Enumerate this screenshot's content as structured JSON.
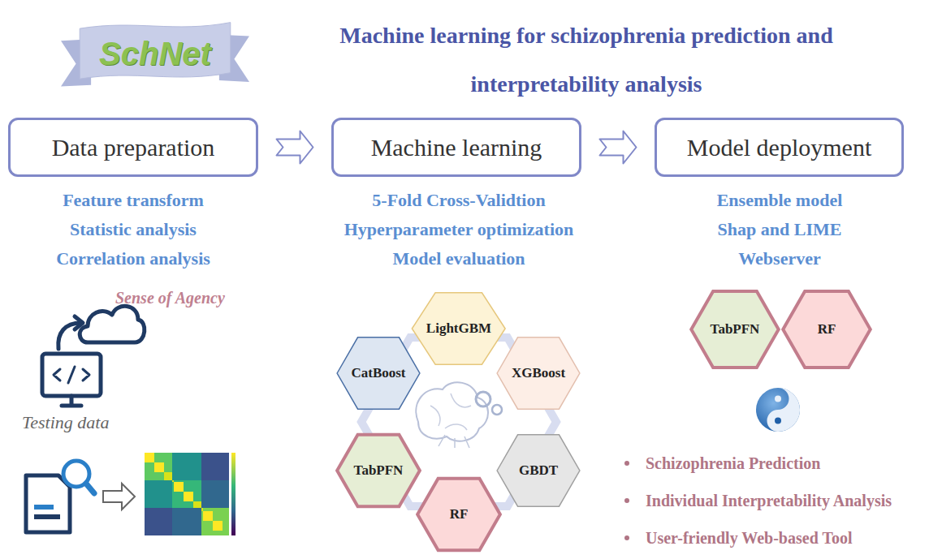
{
  "diagram": {
    "title": "Machine learning for schizophrenia prediction and interpretability analysis",
    "nodes": [
      {
        "text": [
          "SchNet"
        ]
      },
      {
        "text": [
          "Data preparation"
        ]
      },
      {
        "text": [
          "Machine learning"
        ]
      },
      {
        "text": [
          "Model deployment"
        ]
      },
      {
        "text": [
          "LightGBM"
        ]
      },
      {
        "text": [
          "CatBoost"
        ]
      },
      {
        "text": [
          "XGBoost"
        ]
      },
      {
        "text": [
          "TabPFN"
        ]
      },
      {
        "text": [
          "GBDT"
        ]
      },
      {
        "text": [
          "RF"
        ]
      },
      {
        "text": [
          "TabPFN"
        ]
      },
      {
        "text": [
          "RF"
        ]
      }
    ],
    "edges": [
      {
        "from": 1,
        "to": 2,
        "arrow": "to"
      },
      {
        "from": 2,
        "to": 3,
        "arrow": "to"
      }
    ],
    "labels": [
      "Feature transform",
      "Statistic analysis",
      "Correlation analysis",
      "5-Fold Cross-Validtion",
      "Hyperparameter optimization",
      "Model evaluation",
      "Ensemble model",
      "Shap and LIME",
      "Webserver",
      "Sense of Agency",
      "Testing data",
      "Schizophrenia Prediction",
      "Individual Interpretability Analysis",
      "User-friendly Web-based Tool"
    ]
  }
}
